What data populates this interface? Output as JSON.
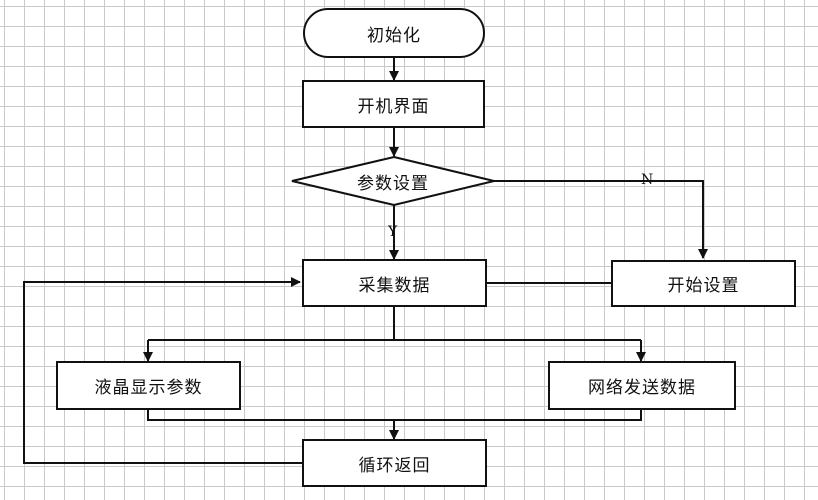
{
  "nodes": {
    "init": "初始化",
    "boot_screen": "开机界面",
    "param_settings": "参数设置",
    "collect_data": "采集数据",
    "start_settings": "开始设置",
    "lcd_display": "液晶显示参数",
    "network_send": "网络发送数据",
    "loop_back": "循环返回"
  },
  "edge_labels": {
    "no": "N",
    "yes": "Y"
  },
  "colors": {
    "line": "#111111",
    "grid": "#c9c9c9",
    "background": "#ffffff"
  }
}
